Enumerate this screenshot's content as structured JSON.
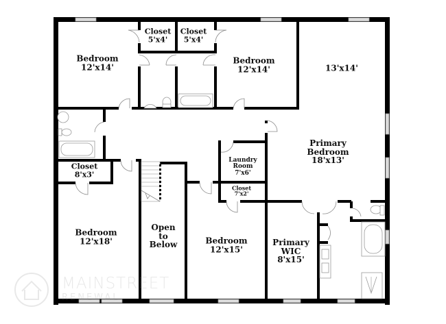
{
  "floor_plan": {
    "rooms": [
      {
        "id": "bedroom-nw",
        "name": "Bedroom",
        "dims": "12'x14'"
      },
      {
        "id": "closet-1",
        "name": "Closet",
        "dims": "5'x4'"
      },
      {
        "id": "closet-2",
        "name": "Closet",
        "dims": "5'x4'"
      },
      {
        "id": "bedroom-n",
        "name": "Bedroom",
        "dims": "12'x14'"
      },
      {
        "id": "room-ne",
        "name": "",
        "dims": "13'x14'"
      },
      {
        "id": "laundry",
        "name": "Laundry Room",
        "name_line1": "Laundry",
        "name_line2": "Room",
        "dims": "7'x6'"
      },
      {
        "id": "closet-laundry",
        "name": "Closet",
        "dims": "7'x2'"
      },
      {
        "id": "primary-bedroom",
        "name": "Primary Bedroom",
        "name_line1": "Primary",
        "name_line2": "Bedroom",
        "dims": "18'x13'"
      },
      {
        "id": "closet-w",
        "name": "Closet",
        "dims": "8'x3'"
      },
      {
        "id": "bedroom-sw",
        "name": "Bedroom",
        "dims": "12'x18'"
      },
      {
        "id": "open-to-below",
        "name": "Open to Below",
        "line1": "Open",
        "line2": "to",
        "line3": "Below"
      },
      {
        "id": "bedroom-s",
        "name": "Bedroom",
        "dims": "12'x15'"
      },
      {
        "id": "primary-wic",
        "name": "Primary WIC",
        "name_line1": "Primary",
        "name_line2": "WIC",
        "dims": "8'x15'"
      }
    ]
  },
  "watermark": {
    "brand": "MAINSTREET",
    "sub": "RENEWAL"
  },
  "colors": {
    "wall": "#000000",
    "window": "#dcdcdc",
    "door_swing": "#8a8a8a",
    "background": "#ffffff"
  }
}
